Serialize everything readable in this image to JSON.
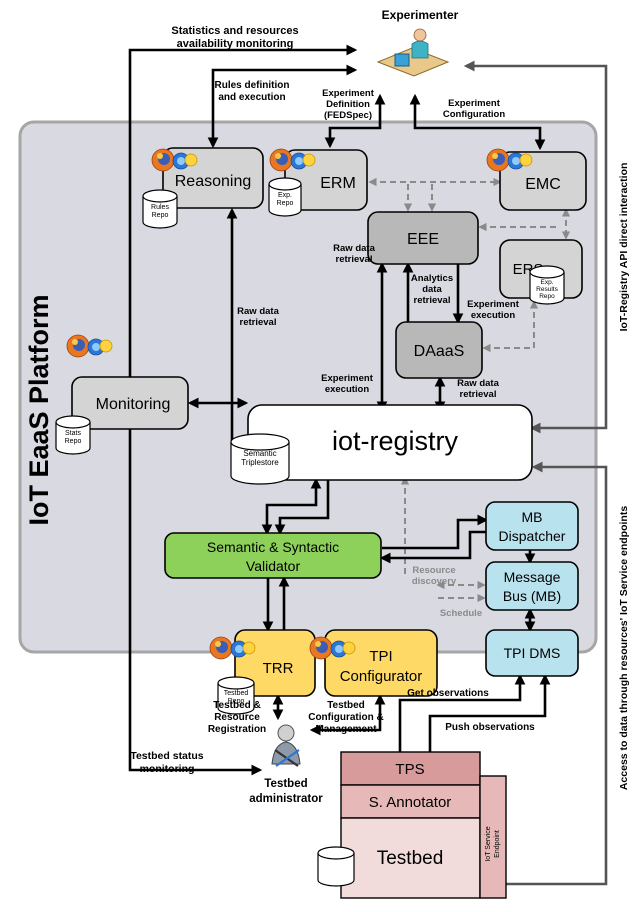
{
  "platform_title": "IoT EaaS Platform",
  "actors": {
    "experimenter": "Experimenter",
    "admin_line1": "Testbed",
    "admin_line2": "administrator"
  },
  "components": {
    "reasoning": "Reasoning",
    "erm": "ERM",
    "emc": "EMC",
    "eee": "EEE",
    "ers": "ERS",
    "daaas": "DAaaS",
    "monitoring": "Monitoring",
    "iot_registry": "iot-registry",
    "validator_line1": "Semantic & Syntactic",
    "validator_line2": "Validator",
    "mb_dispatcher_line1": "MB",
    "mb_dispatcher_line2": "Dispatcher",
    "message_bus_line1": "Message",
    "message_bus_line2": "Bus (MB)",
    "trr": "TRR",
    "tpi_conf_line1": "TPI",
    "tpi_conf_line2": "Configurator",
    "tpi_dms": "TPI DMS",
    "tps": "TPS",
    "s_annotator": "S. Annotator",
    "testbed": "Testbed",
    "iot_service_endpoint_line1": "IoT Service",
    "iot_service_endpoint_line2": "Endpoint"
  },
  "repos": {
    "rules_line1": "Rules",
    "rules_line2": "Repo",
    "erm_line1": "Exp.",
    "erm_line2": "Repo",
    "ers_line1": "Exp.",
    "ers_line2": "Results",
    "ers_line3": "Repo",
    "stats_line1": "Stats",
    "stats_line2": "Repo",
    "triple_line1": "Semantic",
    "triple_line2": "Triplestore",
    "testbed_line1": "Testbed",
    "testbed_line2": "Repo"
  },
  "labels": {
    "stats_line1": "Statistics and resources",
    "stats_line2": "availability monitoring",
    "rules_line1": "Rules definition",
    "rules_line2": "and execution",
    "expdef_line1": "Experiment",
    "expdef_line2": "Definition",
    "expdef_line3": "(FEDSpec)",
    "expconf_line1": "Experiment",
    "expconf_line2": "Configuration",
    "rawdata1_line1": "Raw data",
    "rawdata1_line2": "retrieval",
    "rawdata2_line1": "Raw data",
    "rawdata2_line2": "retrieval",
    "analytics_line1": "Analytics",
    "analytics_line2": "data",
    "analytics_line3": "retrieval",
    "expexec1_line1": "Experiment",
    "expexec1_line2": "execution",
    "expexec2_line1": "Experiment",
    "expexec2_line2": "execution",
    "rawdata3_line1": "Raw data",
    "rawdata3_line2": "retrieval",
    "resdisc_line1": "Resource",
    "resdisc_line2": "discovery",
    "schedule": "Schedule",
    "get_obs": "Get observations",
    "push_obs": "Push observations",
    "tbreg_line1": "Testbed &",
    "tbreg_line2": "Resource",
    "tbreg_line3": "Registration",
    "tbconf_line1": "Testbed",
    "tbconf_line2": "Configuration &",
    "tbconf_line3": "Management",
    "tbstatus_line1": "Testbed status",
    "tbstatus_line2": "monitoring",
    "right_api": "IoT-Registry API direct interaction",
    "right_access": "Access to data through resources' IoT Service endpoints"
  },
  "colors": {
    "platform_bg": "#d9d9e1",
    "platform_border": "#a6a6a6",
    "component_gray": "#d4d4d4",
    "component_dark": "#b8b8b8",
    "validator_green": "#8dd15a",
    "blue_box": "#b9e2ef",
    "yellow_box": "#ffd966",
    "tps_pink": "#d79b9b",
    "annotator_pink": "#e6b9b8",
    "testbed_pink": "#f2dcdb"
  }
}
